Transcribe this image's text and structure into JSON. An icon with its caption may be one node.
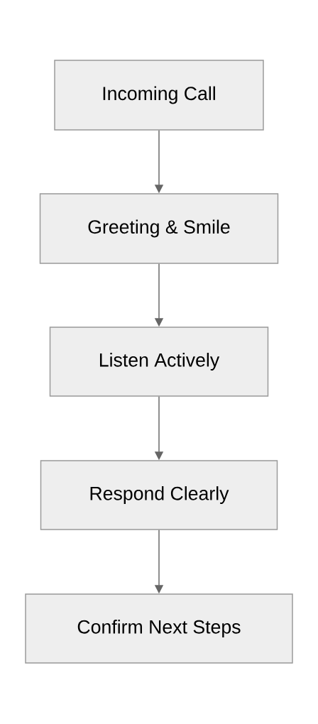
{
  "diagram": {
    "nodes": [
      {
        "text": [
          "Incoming Call"
        ]
      },
      {
        "text": [
          "Greeting & Smile"
        ]
      },
      {
        "text": [
          "Listen Actively"
        ]
      },
      {
        "text": [
          "Respond Clearly"
        ]
      },
      {
        "text": [
          "Confirm Next Steps"
        ]
      }
    ],
    "edges": [
      {
        "from": 0,
        "to": 1,
        "arrow": "to"
      },
      {
        "from": 1,
        "to": 2,
        "arrow": "to"
      },
      {
        "from": 2,
        "to": 3,
        "arrow": "to"
      },
      {
        "from": 3,
        "to": 4,
        "arrow": "to"
      }
    ]
  }
}
